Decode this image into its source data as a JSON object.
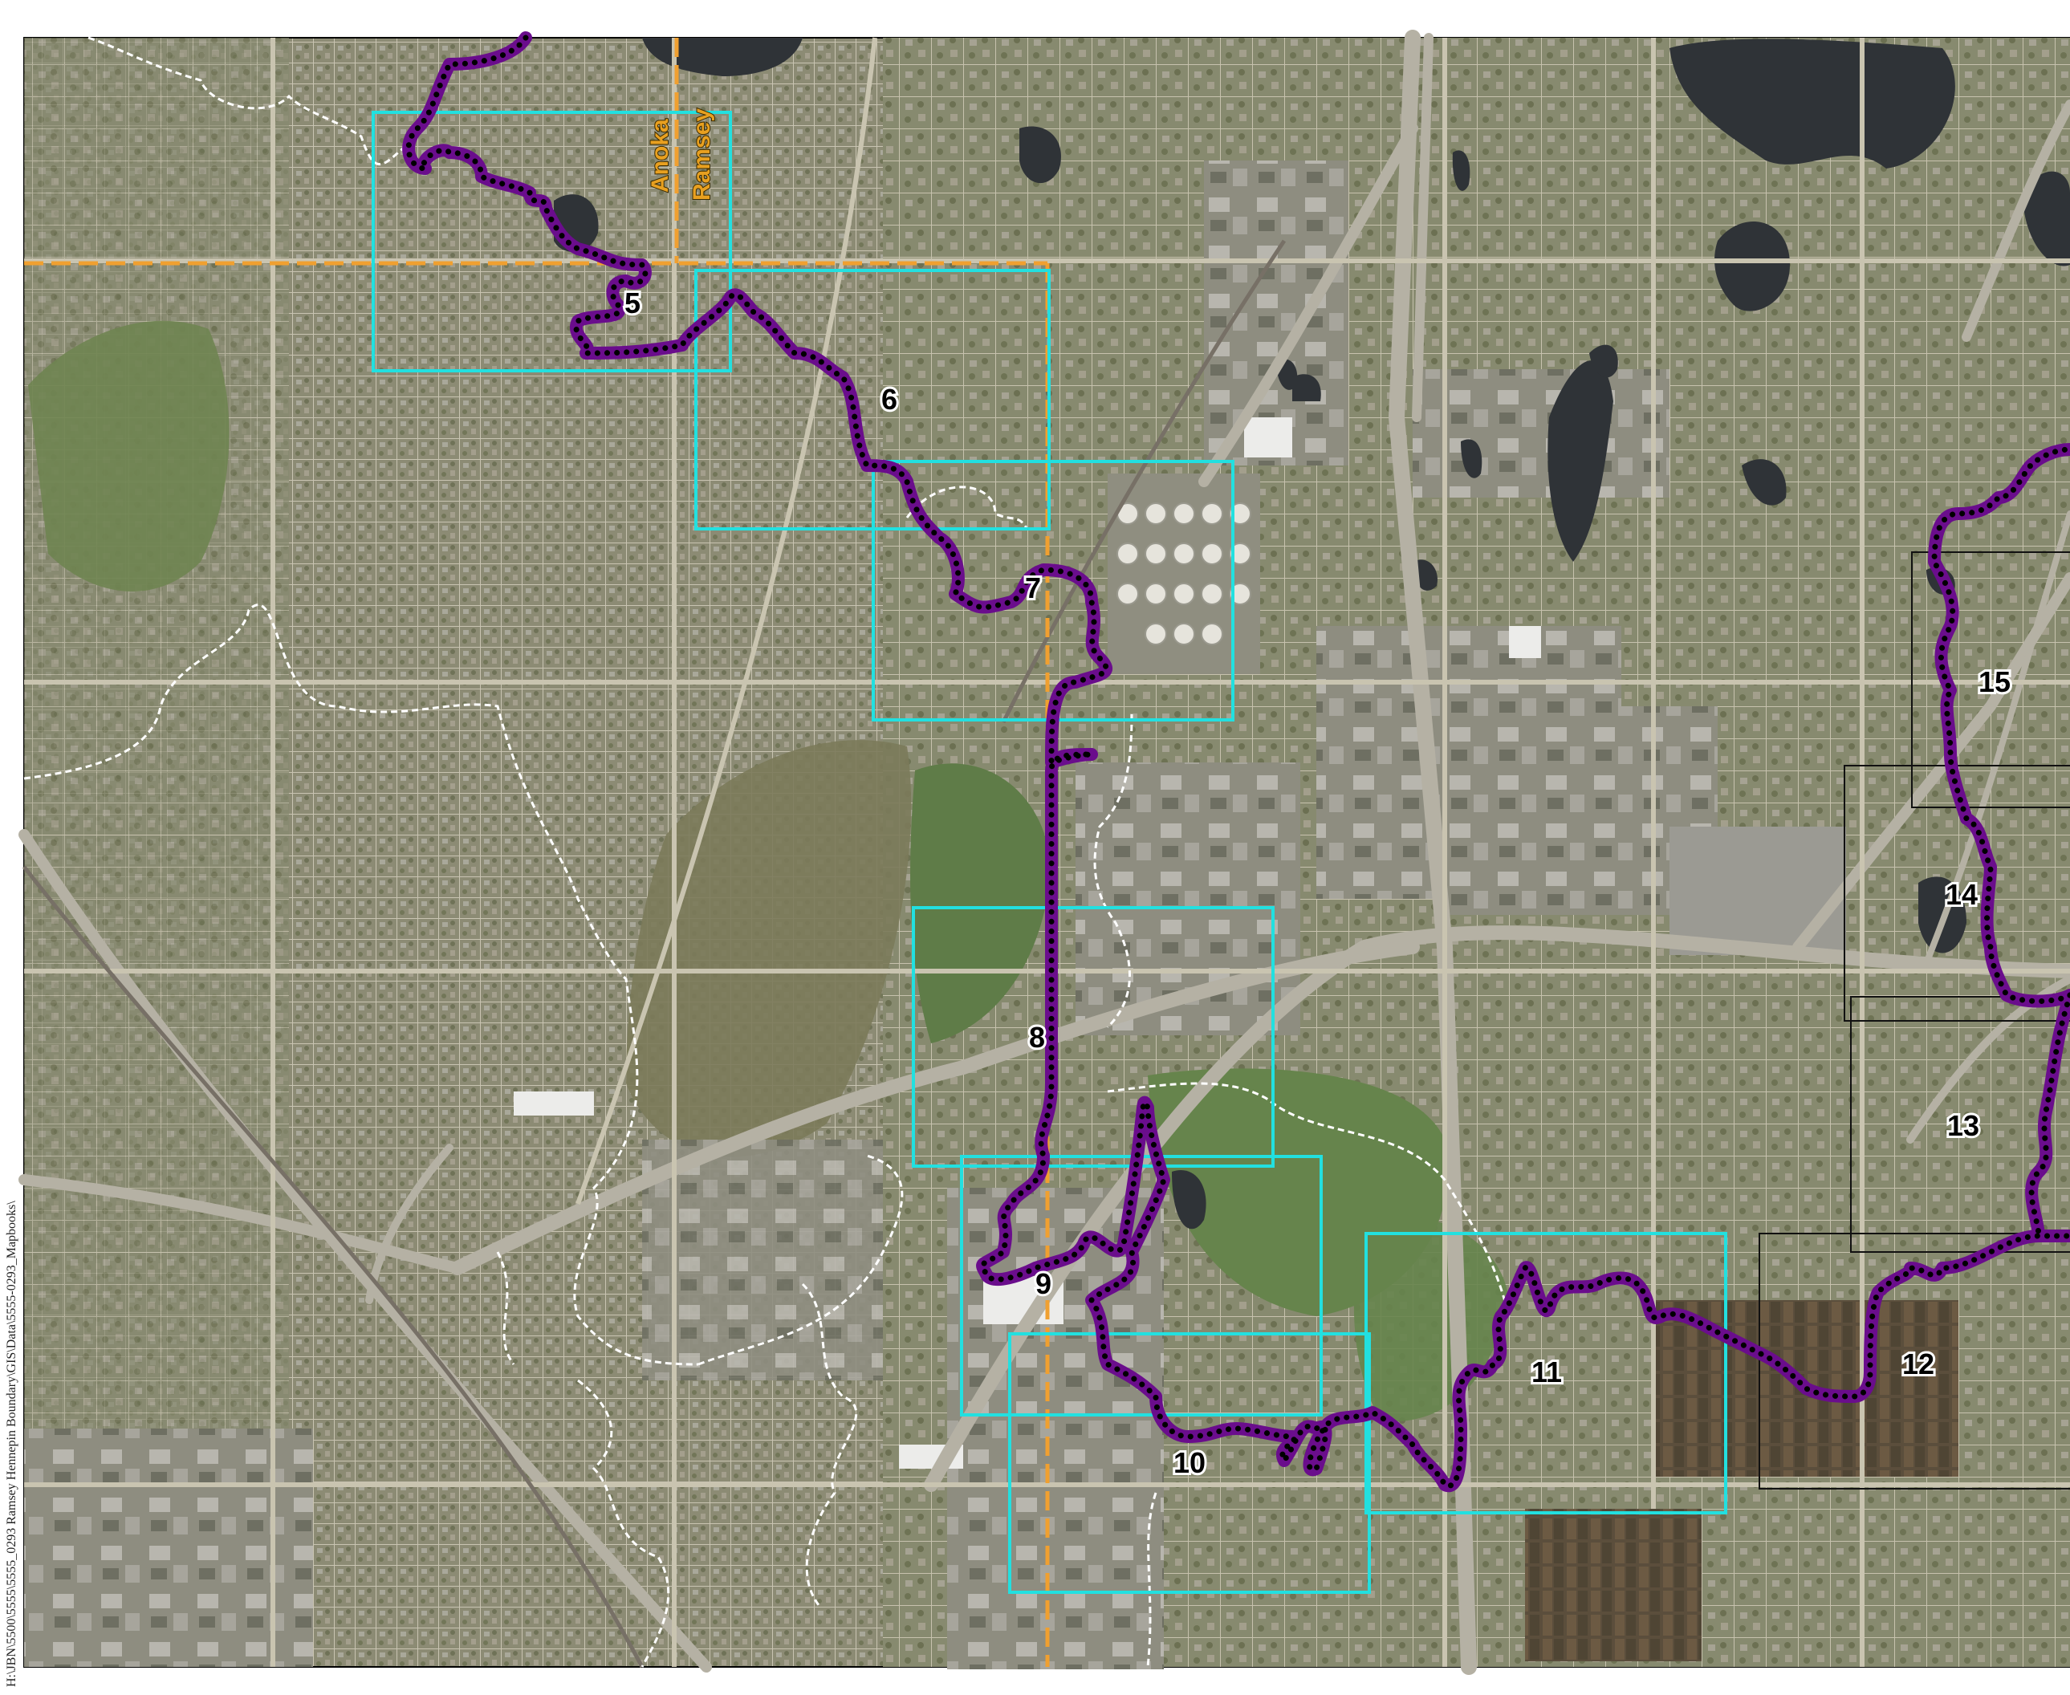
{
  "map": {
    "colors": {
      "urban_background": "#8a8a72",
      "street_grid": "#d8d4c4",
      "highway": "#b8b4a8",
      "water": "#2e3236",
      "golf": "#6f8a4e",
      "index_frame_highlight": "#22e0e0",
      "index_frame_other": "#111111",
      "boundary_line": "#6a0d8c",
      "boundary_dots": "#000000",
      "municipal_boundary": "#ffffff",
      "county_line": "#f0a030"
    },
    "county_labels": {
      "north": "Anoka",
      "south": "Ramsey"
    },
    "index_frames": [
      {
        "label": "5",
        "style": "highlight"
      },
      {
        "label": "6",
        "style": "highlight"
      },
      {
        "label": "7",
        "style": "highlight"
      },
      {
        "label": "8",
        "style": "highlight"
      },
      {
        "label": "9",
        "style": "highlight"
      },
      {
        "label": "10",
        "style": "highlight"
      },
      {
        "label": "11",
        "style": "highlight"
      },
      {
        "label": "12",
        "style": "other"
      },
      {
        "label": "13",
        "style": "other"
      },
      {
        "label": "14",
        "style": "other"
      },
      {
        "label": "15",
        "style": "other"
      }
    ],
    "file_path": "H:\\JBN\\5500\\5555\\5555_0293 Ramsey Hennepin Boundary\\GIS\\Data\\5555-0293_Mapbooks\\"
  }
}
